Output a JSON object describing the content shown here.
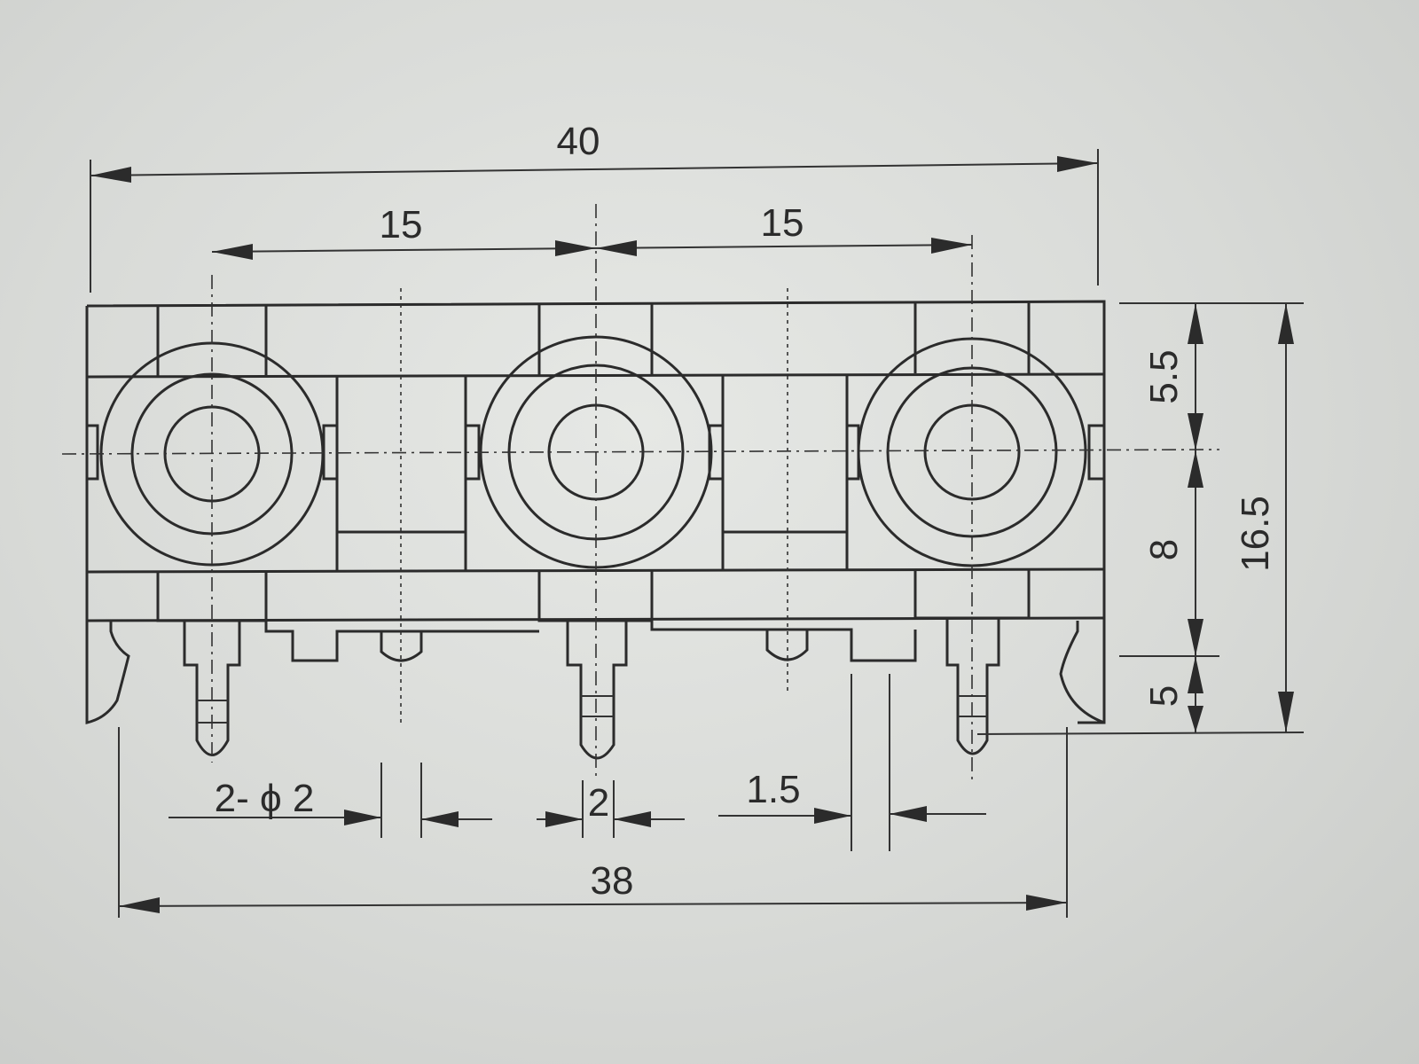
{
  "dimensions": {
    "overall_width": "40",
    "pitch_left": "15",
    "pitch_right": "15",
    "top_to_center": "5.5",
    "center_to_base": "8",
    "pin_length": "5",
    "overall_height": "16.5",
    "hole_spec": "2- ϕ 2",
    "pin_width": "2",
    "gap": "1.5",
    "base_width": "38"
  }
}
